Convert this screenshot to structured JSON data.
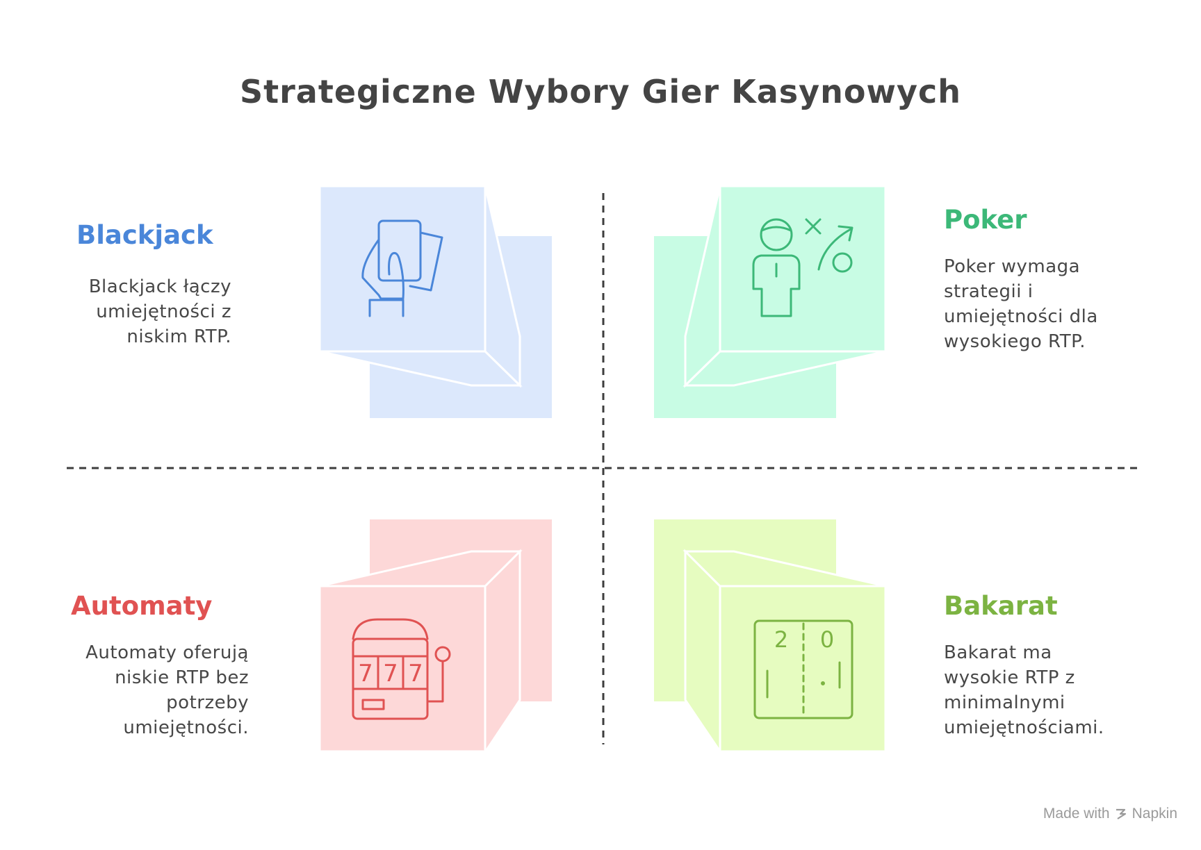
{
  "title": "Strategiczne Wybory Gier Kasynowych",
  "quadrants": {
    "blackjack": {
      "heading": "Blackjack",
      "color": "#4a86d9",
      "lines": [
        "Blackjack łączy",
        "umiejętności z",
        "niskim RTP."
      ]
    },
    "poker": {
      "heading": "Poker",
      "color": "#3cb878",
      "lines": [
        "Poker wymaga",
        "strategii i",
        "umiejętności dla",
        "wysokiego RTP."
      ]
    },
    "automaty": {
      "heading": "Automaty",
      "color": "#e05252",
      "lines": [
        "Automaty oferują",
        "niskie RTP bez",
        "potrzeby",
        "umiejętności."
      ]
    },
    "bakarat": {
      "heading": "Bakarat",
      "color": "#7cb342",
      "lines": [
        "Bakarat ma",
        "wysokie RTP z",
        "minimalnymi",
        "umiejętnościami."
      ]
    }
  },
  "icons": {
    "blackjack": "hand-holding-cards-icon",
    "poker": "strategy-player-icon",
    "automaty": "slot-machine-icon",
    "bakarat": "scoreboard-icon"
  },
  "slot_reels": [
    "7",
    "7",
    "7"
  ],
  "scoreboard": {
    "left_score": "2",
    "right_score": "0"
  },
  "colors": {
    "blue_fill": "#dce8fc",
    "green_fill": "#c8fce4",
    "red_fill": "#fdd8d8",
    "lime_fill": "#e6fcc0"
  },
  "watermark": {
    "prefix": "Made with",
    "brand": "Napkin"
  }
}
